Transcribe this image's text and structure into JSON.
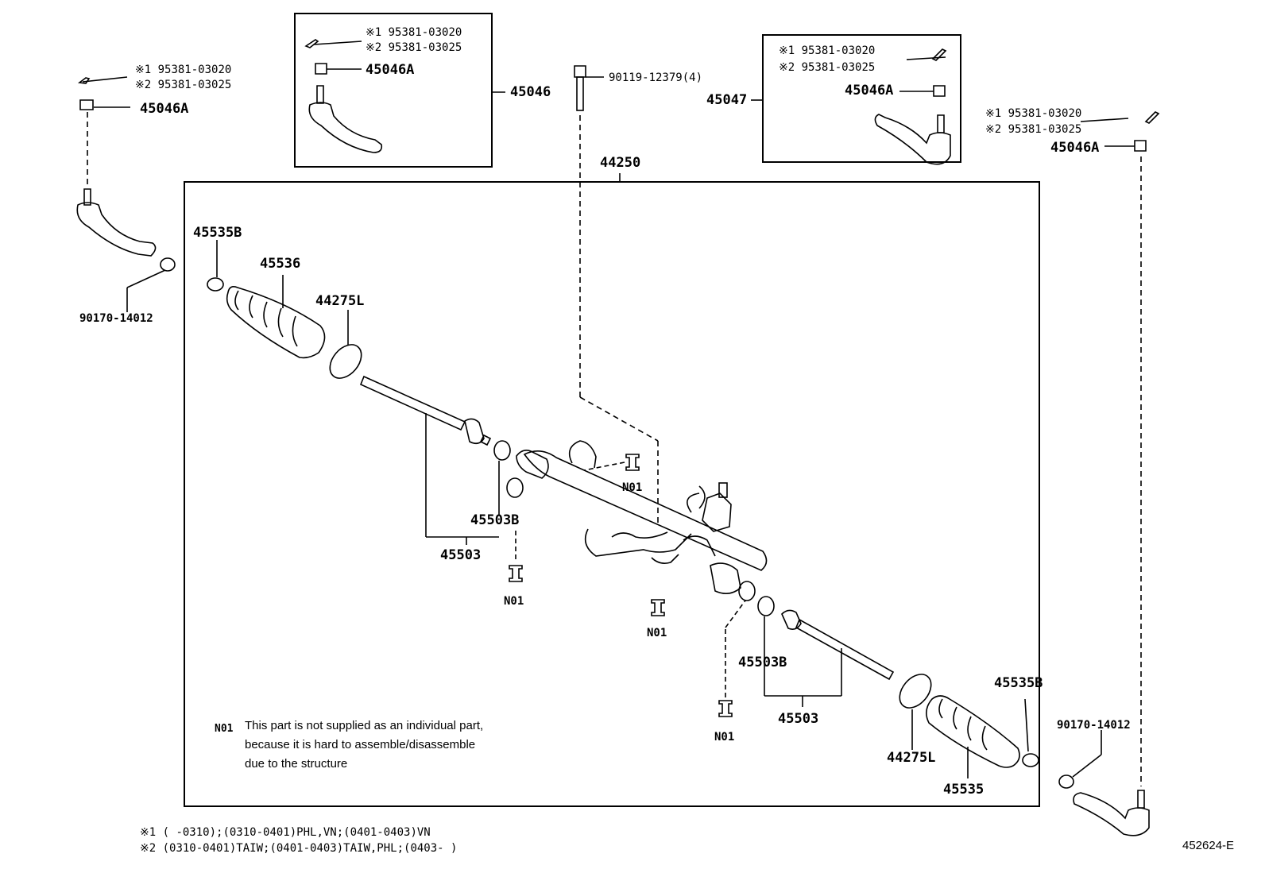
{
  "diagram_id": "452624-E",
  "labels": {
    "l_90119": "90119-12379(4)",
    "l_44250": "44250",
    "l_45046": "45046",
    "l_45047": "45047",
    "l_45046A_l": "45046A",
    "l_45046A_b1": "45046A",
    "l_45046A_b2": "45046A",
    "l_45046A_r": "45046A",
    "l_95381_1_l": "※1 95381-03020",
    "l_95381_2_l": "※2 95381-03025",
    "l_95381_1_b1": "※1 95381-03020",
    "l_95381_2_b1": "※2 95381-03025",
    "l_95381_1_b2": "※1 95381-03020",
    "l_95381_2_b2": "※2 95381-03025",
    "l_95381_1_r": "※1 95381-03020",
    "l_95381_2_r": "※2 95381-03025",
    "l_90170_l": "90170-14012",
    "l_90170_r": "90170-14012",
    "l_45535B_l": "45535B",
    "l_45535B_r": "45535B",
    "l_45536": "45536",
    "l_45535": "45535",
    "l_44275L_l": "44275L",
    "l_44275L_r": "44275L",
    "l_45503B_l": "45503B",
    "l_45503B_r": "45503B",
    "l_45503_l": "45503",
    "l_45503_r": "45503",
    "l_N01_a": "N01",
    "l_N01_b": "N01",
    "l_N01_c": "N01",
    "l_N01_d": "N01"
  },
  "note": {
    "code": "N01",
    "line1": "This part is not supplied as an individual part,",
    "line2": "because it is hard to assemble/disassemble",
    "line3": "due to the structure"
  },
  "footnotes": {
    "f1": "※1 (     -0310);(0310-0401)PHL,VN;(0401-0403)VN",
    "f2": "※2 (0310-0401)TAIW;(0401-0403)TAIW,PHL;(0403-     )"
  }
}
